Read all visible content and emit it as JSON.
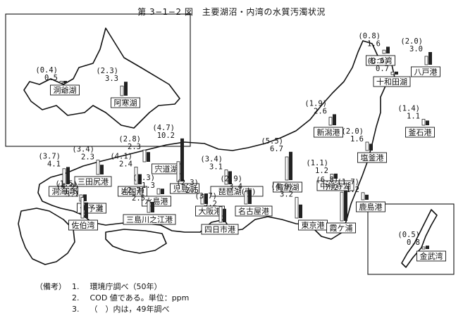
{
  "title": "第 3−1−2 図　主要湖沼・内湾の水質汚濁状況",
  "notes": {
    "heading": "（備考）",
    "items": [
      {
        "num": "1.",
        "text": "環境庁調べ（50年）"
      },
      {
        "num": "2.",
        "text": "COD 値である。単位：ppm"
      },
      {
        "num": "3.",
        "text": "（　）内は，49年調べ"
      }
    ]
  },
  "chart_data": {
    "type": "bar",
    "unit": "ppm",
    "series": [
      {
        "name": "50年",
        "key": "now"
      },
      {
        "name": "49年",
        "key": "prev"
      }
    ],
    "sites": [
      {
        "name": "洞爺湖",
        "now": 0.5,
        "prev": 0.4
      },
      {
        "name": "阿寒湖",
        "now": 3.3,
        "prev": 2.3
      },
      {
        "name": "むつ湾",
        "now": 1.6,
        "prev": 0.8
      },
      {
        "name": "八戸港",
        "now": 3.0,
        "prev": 2.0
      },
      {
        "name": "十和田湖",
        "now": 0.7,
        "prev": 0.6
      },
      {
        "name": "釜石港",
        "now": 1.1,
        "prev": 1.4
      },
      {
        "name": "新潟港",
        "now": 2.6,
        "prev": 1.9
      },
      {
        "name": "塩釜港",
        "now": 1.6,
        "prev": 2.0
      },
      {
        "name": "宍道湖",
        "now": 2.3,
        "prev": 2.8
      },
      {
        "name": "三田尻港",
        "now": 2.3,
        "prev": 3.4
      },
      {
        "name": "洞海湾",
        "now": 4.1,
        "prev": 3.7
      },
      {
        "name": "岩国港",
        "now": 2.4,
        "prev": 4.1
      },
      {
        "name": "水島港",
        "now": 1.3,
        "prev": 1.3
      },
      {
        "name": "児島湖",
        "now": 10.2,
        "prev": 4.7
      },
      {
        "name": "琵琶湖(南)",
        "now": 3.1,
        "prev": 3.4
      },
      {
        "name": "諏訪湖",
        "now": 6.7,
        "prev": 5.5
      },
      {
        "name": "中禅寺湖",
        "now": 1.2,
        "prev": 1.1
      },
      {
        "name": "鹿島港",
        "now": 1.2,
        "prev": 1.7
      },
      {
        "name": "伊予灘",
        "now": 1.6,
        "prev": 1.5
      },
      {
        "name": "三島川之江港",
        "now": 2.5,
        "prev": 2.7
      },
      {
        "name": "大阪港",
        "now": 2.5,
        "prev": 2.3
      },
      {
        "name": "名古屋港",
        "now": 3.4,
        "prev": 2.9
      },
      {
        "name": "佐伯湾",
        "now": 3.7,
        "prev": 4.9
      },
      {
        "name": "四日市港",
        "now": 3.2,
        "prev": 3.7
      },
      {
        "name": "東京港",
        "now": 3.2,
        "prev": 4.9
      },
      {
        "name": "霞ケ浦",
        "now": 7.2,
        "prev": 6.8
      },
      {
        "name": "金武湾",
        "now": 0.8,
        "prev": 0.5
      }
    ]
  }
}
